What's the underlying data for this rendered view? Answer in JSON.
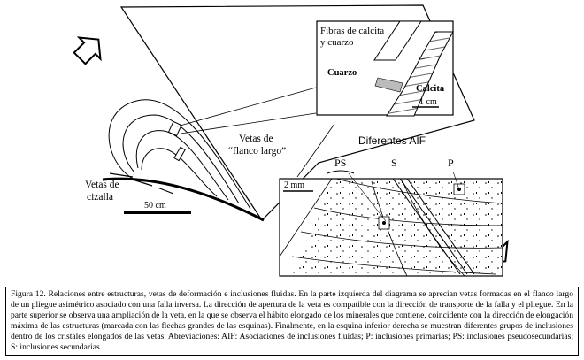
{
  "labels": {
    "fibras_line1": "Fibras de calcita",
    "fibras_line2": "y cuarzo",
    "cuarzo": "Cuarzo",
    "calcita": "Calcita",
    "scale_1cm": "1 cm",
    "vetas_flanco_line1": "Vetas de",
    "vetas_flanco_line2": "“flanco largo”",
    "vetas_cizalla_line1": "Vetas de",
    "vetas_cizalla_line2": "cizalla",
    "scale_50cm": "50 cm",
    "diferentes_aif": "Diferentes AIF",
    "ps": "PS",
    "s": "S",
    "p": "P",
    "scale_2mm": "2 mm"
  },
  "caption": "Figura 12. Relaciones entre estructuras, vetas de deformación e inclusiones fluidas. En la parte izquierda del diagrama se aprecian vetas formadas en el flanco largo de un pliegue asimétrico asociado con una falla inversa. La dirección de apertura de la veta es compatible con la dirección de transporte de la falla y el pliegue. En la parte superior se observa una ampliación de la veta, en la que se observa el hábito elongado de los minerales que contiene, coincidente con la dirección de elongación máxima de las estructuras (marcada con las flechas grandes de las esquinas). Finalmente, en la esquina inferior derecha se muestran diferentes grupos de inclusiones dentro de los cristales elongados de las vetas. Abreviaciones: AIF: Asociaciones de inclusiones fluidas; P: inclusiones primarias; PS: inclusiones pseudosecundarias; S: inclusiones secundarias."
}
